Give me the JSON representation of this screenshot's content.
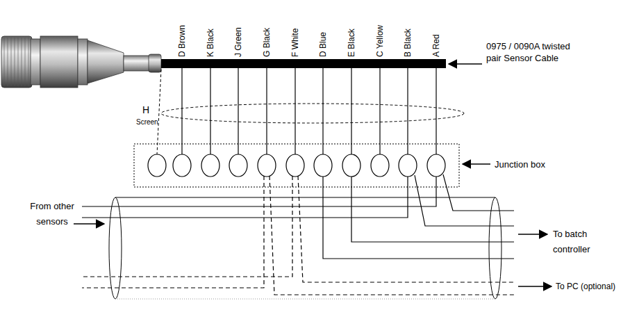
{
  "diagram": {
    "labels": [
      "D Brown",
      "K Black",
      "J Green",
      "G Black",
      "F White",
      "D Blue",
      "E Black",
      "C Yellow",
      "B Black",
      "A Red",
      "0975 / 0090A twisted pair Sensor Cable",
      "H",
      "Screen",
      "Junction box",
      "From other sensors",
      "To batch controller",
      "To PC (optional)"
    ]
  }
}
